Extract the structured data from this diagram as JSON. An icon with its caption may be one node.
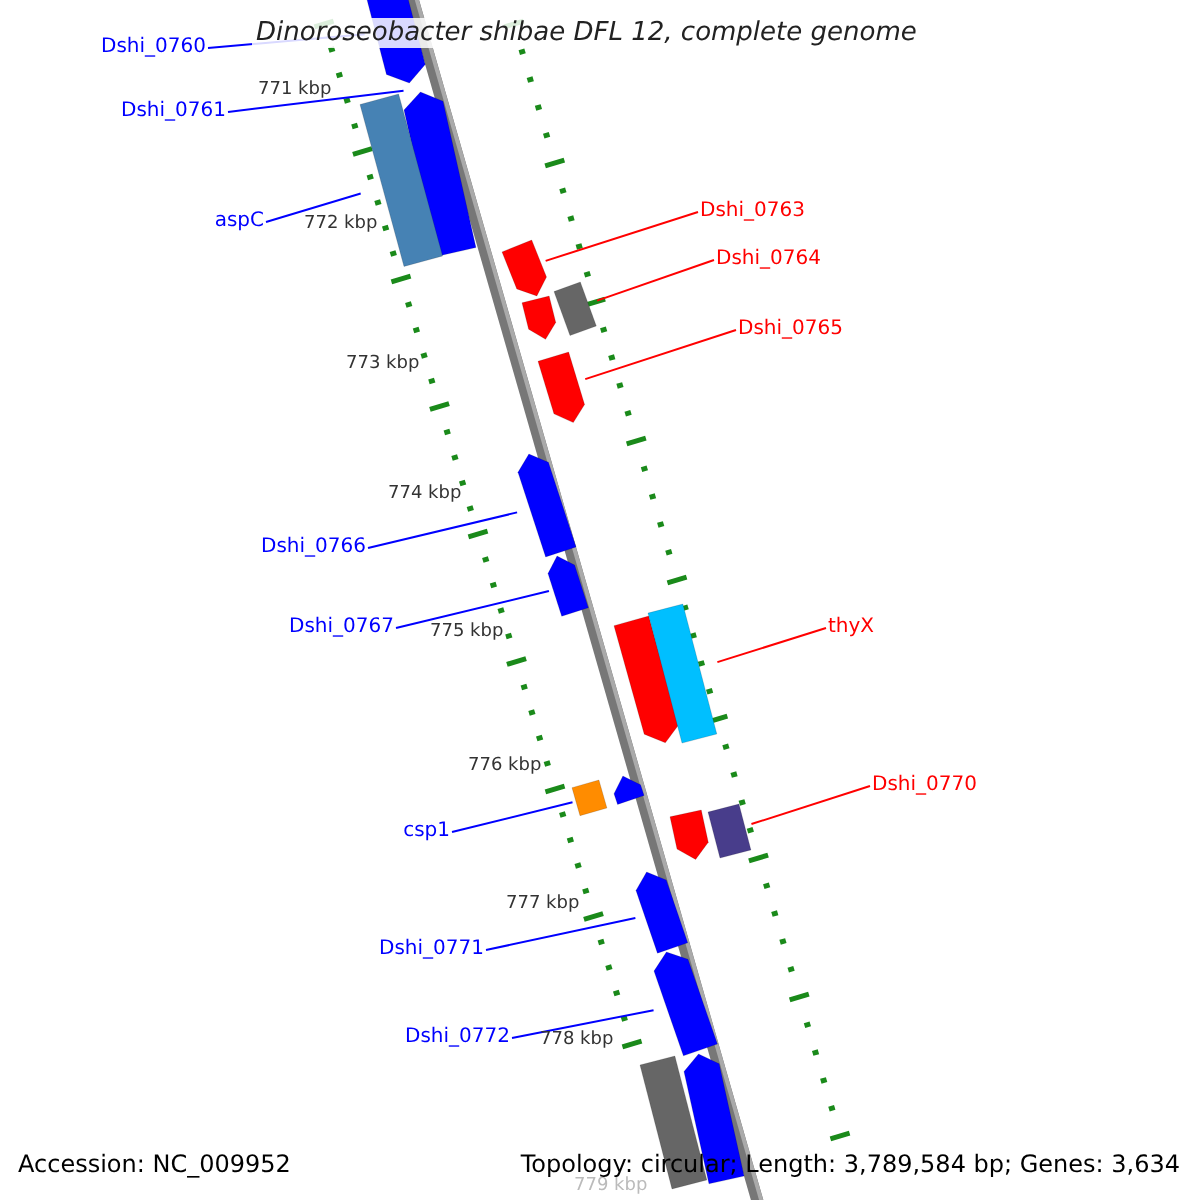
{
  "diagram": {
    "title": "Dinoroseobacter shibae DFL 12, complete genome",
    "nodes": [
      {
        "text": [
          "Dshi_0760"
        ]
      },
      {
        "text": [
          "Dshi_0761"
        ]
      },
      {
        "text": [
          "aspC"
        ]
      },
      {
        "text": [
          "Dshi_0763"
        ]
      },
      {
        "text": [
          "Dshi_0764"
        ]
      },
      {
        "text": [
          "Dshi_0765"
        ]
      },
      {
        "text": [
          "Dshi_0766"
        ]
      },
      {
        "text": [
          "Dshi_0767"
        ]
      },
      {
        "text": [
          "thyX"
        ]
      },
      {
        "text": [
          "Dshi_0770"
        ]
      },
      {
        "text": [
          "csp1"
        ]
      },
      {
        "text": [
          "Dshi_0771"
        ]
      },
      {
        "text": [
          "Dshi_0772"
        ]
      },
      {
        "text": [],
        "shape": "box"
      },
      {
        "text": [],
        "shape": "box"
      },
      {
        "text": [],
        "shape": "box"
      },
      {
        "text": [],
        "shape": "box"
      },
      {
        "text": [],
        "shape": "box"
      },
      {
        "text": [],
        "shape": "box"
      },
      {
        "text": [],
        "shape": "box"
      },
      {
        "text": [],
        "shape": "box"
      },
      {
        "text": [],
        "shape": "box"
      },
      {
        "text": [],
        "shape": "box"
      },
      {
        "text": [],
        "shape": "box"
      },
      {
        "text": [],
        "shape": "box"
      },
      {
        "text": [],
        "shape": "box"
      }
    ],
    "edges": [
      {
        "from": 0,
        "to": 13,
        "arrow": "none"
      },
      {
        "from": 1,
        "to": 14,
        "arrow": "none"
      },
      {
        "from": 2,
        "to": 15,
        "arrow": "none"
      },
      {
        "from": 3,
        "to": 16,
        "arrow": "none",
        "color": "#ff0000"
      },
      {
        "from": 4,
        "to": 17,
        "arrow": "none",
        "color": "#ff0000"
      },
      {
        "from": 5,
        "to": 18,
        "arrow": "none",
        "color": "#ff0000"
      },
      {
        "from": 6,
        "to": 19,
        "arrow": "none"
      },
      {
        "from": 7,
        "to": 20,
        "arrow": "none"
      },
      {
        "from": 8,
        "to": 21,
        "arrow": "none",
        "color": "#ff0000"
      },
      {
        "from": 9,
        "to": 22,
        "arrow": "none",
        "color": "#ff0000"
      },
      {
        "from": 10,
        "to": 23,
        "arrow": "none"
      },
      {
        "from": 11,
        "to": 24,
        "arrow": "none"
      },
      {
        "from": 12,
        "to": 25,
        "arrow": "none"
      }
    ],
    "labels": [
      "771 kbp",
      "772 kbp",
      "773 kbp",
      "774 kbp",
      "775 kbp",
      "776 kbp",
      "777 kbp",
      "778 kbp",
      "779 kbp",
      "Accession: NC_009952",
      "Topology: circular; Length: 3,789,584 bp; Genes: 3,634"
    ]
  }
}
